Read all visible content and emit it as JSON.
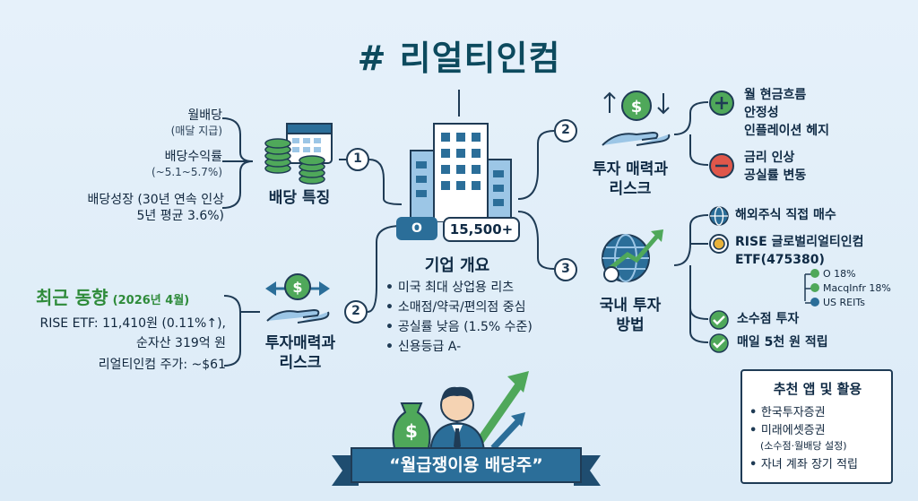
{
  "title": "# 리얼티인컴",
  "dividend": {
    "title": "배당 특징",
    "items": [
      {
        "label": "월배당",
        "sub": "(매달 지급)"
      },
      {
        "label": "배당수익률",
        "sub": "(~5.1~5.7%)"
      },
      {
        "label": "배당성장 (30년 연속 인상",
        "sub": "5년 평균 3.6%)"
      }
    ]
  },
  "trend": {
    "title": "최근 동향",
    "date": "(2026년 4월)",
    "lines": [
      "RISE ETF: 11,410원 (0.11%↑),",
      "순자산 319억 원",
      "리얼티인컴 주가: ~$61"
    ]
  },
  "left_attract": {
    "title_1": "투자매력과",
    "title_2": "리스크"
  },
  "company": {
    "title": "기업 개요",
    "badge_o": "O",
    "badge_count": "15,500+",
    "bullets": [
      "미국 최대 상업용 리츠",
      "소매점/약국/편의점 중심",
      "공실률 낮음 (1.5% 수준)",
      "신용등급 A-"
    ]
  },
  "attract": {
    "title_1": "투자 매력과",
    "title_2": "리스크",
    "plus": [
      "월 현금흐름",
      "안정성",
      "인플레이션 헤지"
    ],
    "minus": [
      "금리 인상",
      "공실률 변동"
    ]
  },
  "domestic": {
    "title_1": "국내 투자",
    "title_2": "방법",
    "items": [
      "해외주식 직접 매수",
      "RISE 글로벌리얼티인컴",
      "ETF(475380)"
    ],
    "holdings": [
      "O 18%",
      "MacqInfr 18%",
      "US REITs"
    ],
    "checks": [
      "소수점 투자",
      "매일 5천 원 적립"
    ]
  },
  "recommend": {
    "title": "추천 앱 및 활용",
    "items": [
      "한국투자증권",
      "미래에셋증권",
      "(소수점·월배당 설정)",
      "자녀 계좌 장기 적립"
    ]
  },
  "numbers": [
    "1",
    "2",
    "2",
    "3"
  ],
  "banner": "“월급쟁이용 배당주”",
  "colors": {
    "accent": "#0d4a5e",
    "green": "#2e8b3a",
    "red": "#e0574a",
    "navy": "#1f3b55",
    "blue": "#2b6e99"
  }
}
